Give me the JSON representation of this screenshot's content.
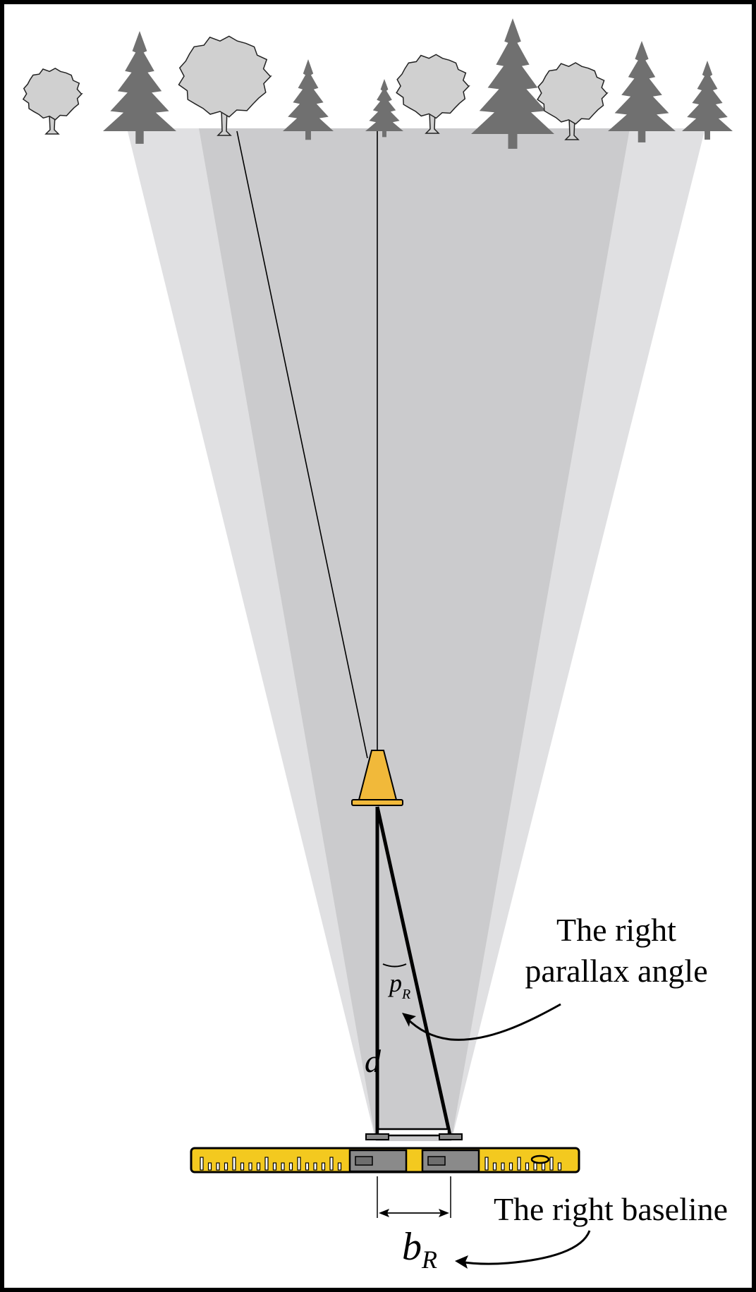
{
  "labels": {
    "parallax_line1": "The right",
    "parallax_line2": "parallax angle",
    "baseline": "The right baseline",
    "distance": "d",
    "angle_main": "p",
    "angle_sub": "R",
    "baseline_main": "b",
    "baseline_sub": "R"
  },
  "icons": {
    "trees": [
      "deciduous-tree",
      "pine-tree"
    ],
    "marker": "traffic-cone-icon",
    "ruler": "ruler-icon"
  },
  "colors": {
    "outer_wedge": "#e0e0e2",
    "inner_wedge": "#cbcbcd",
    "pine_tree": "#707070",
    "deciduous_tree": "#d0d0d0",
    "cone": "#f1b93a",
    "ruler": "#f3c91f",
    "slider": "#8a8a8a"
  }
}
